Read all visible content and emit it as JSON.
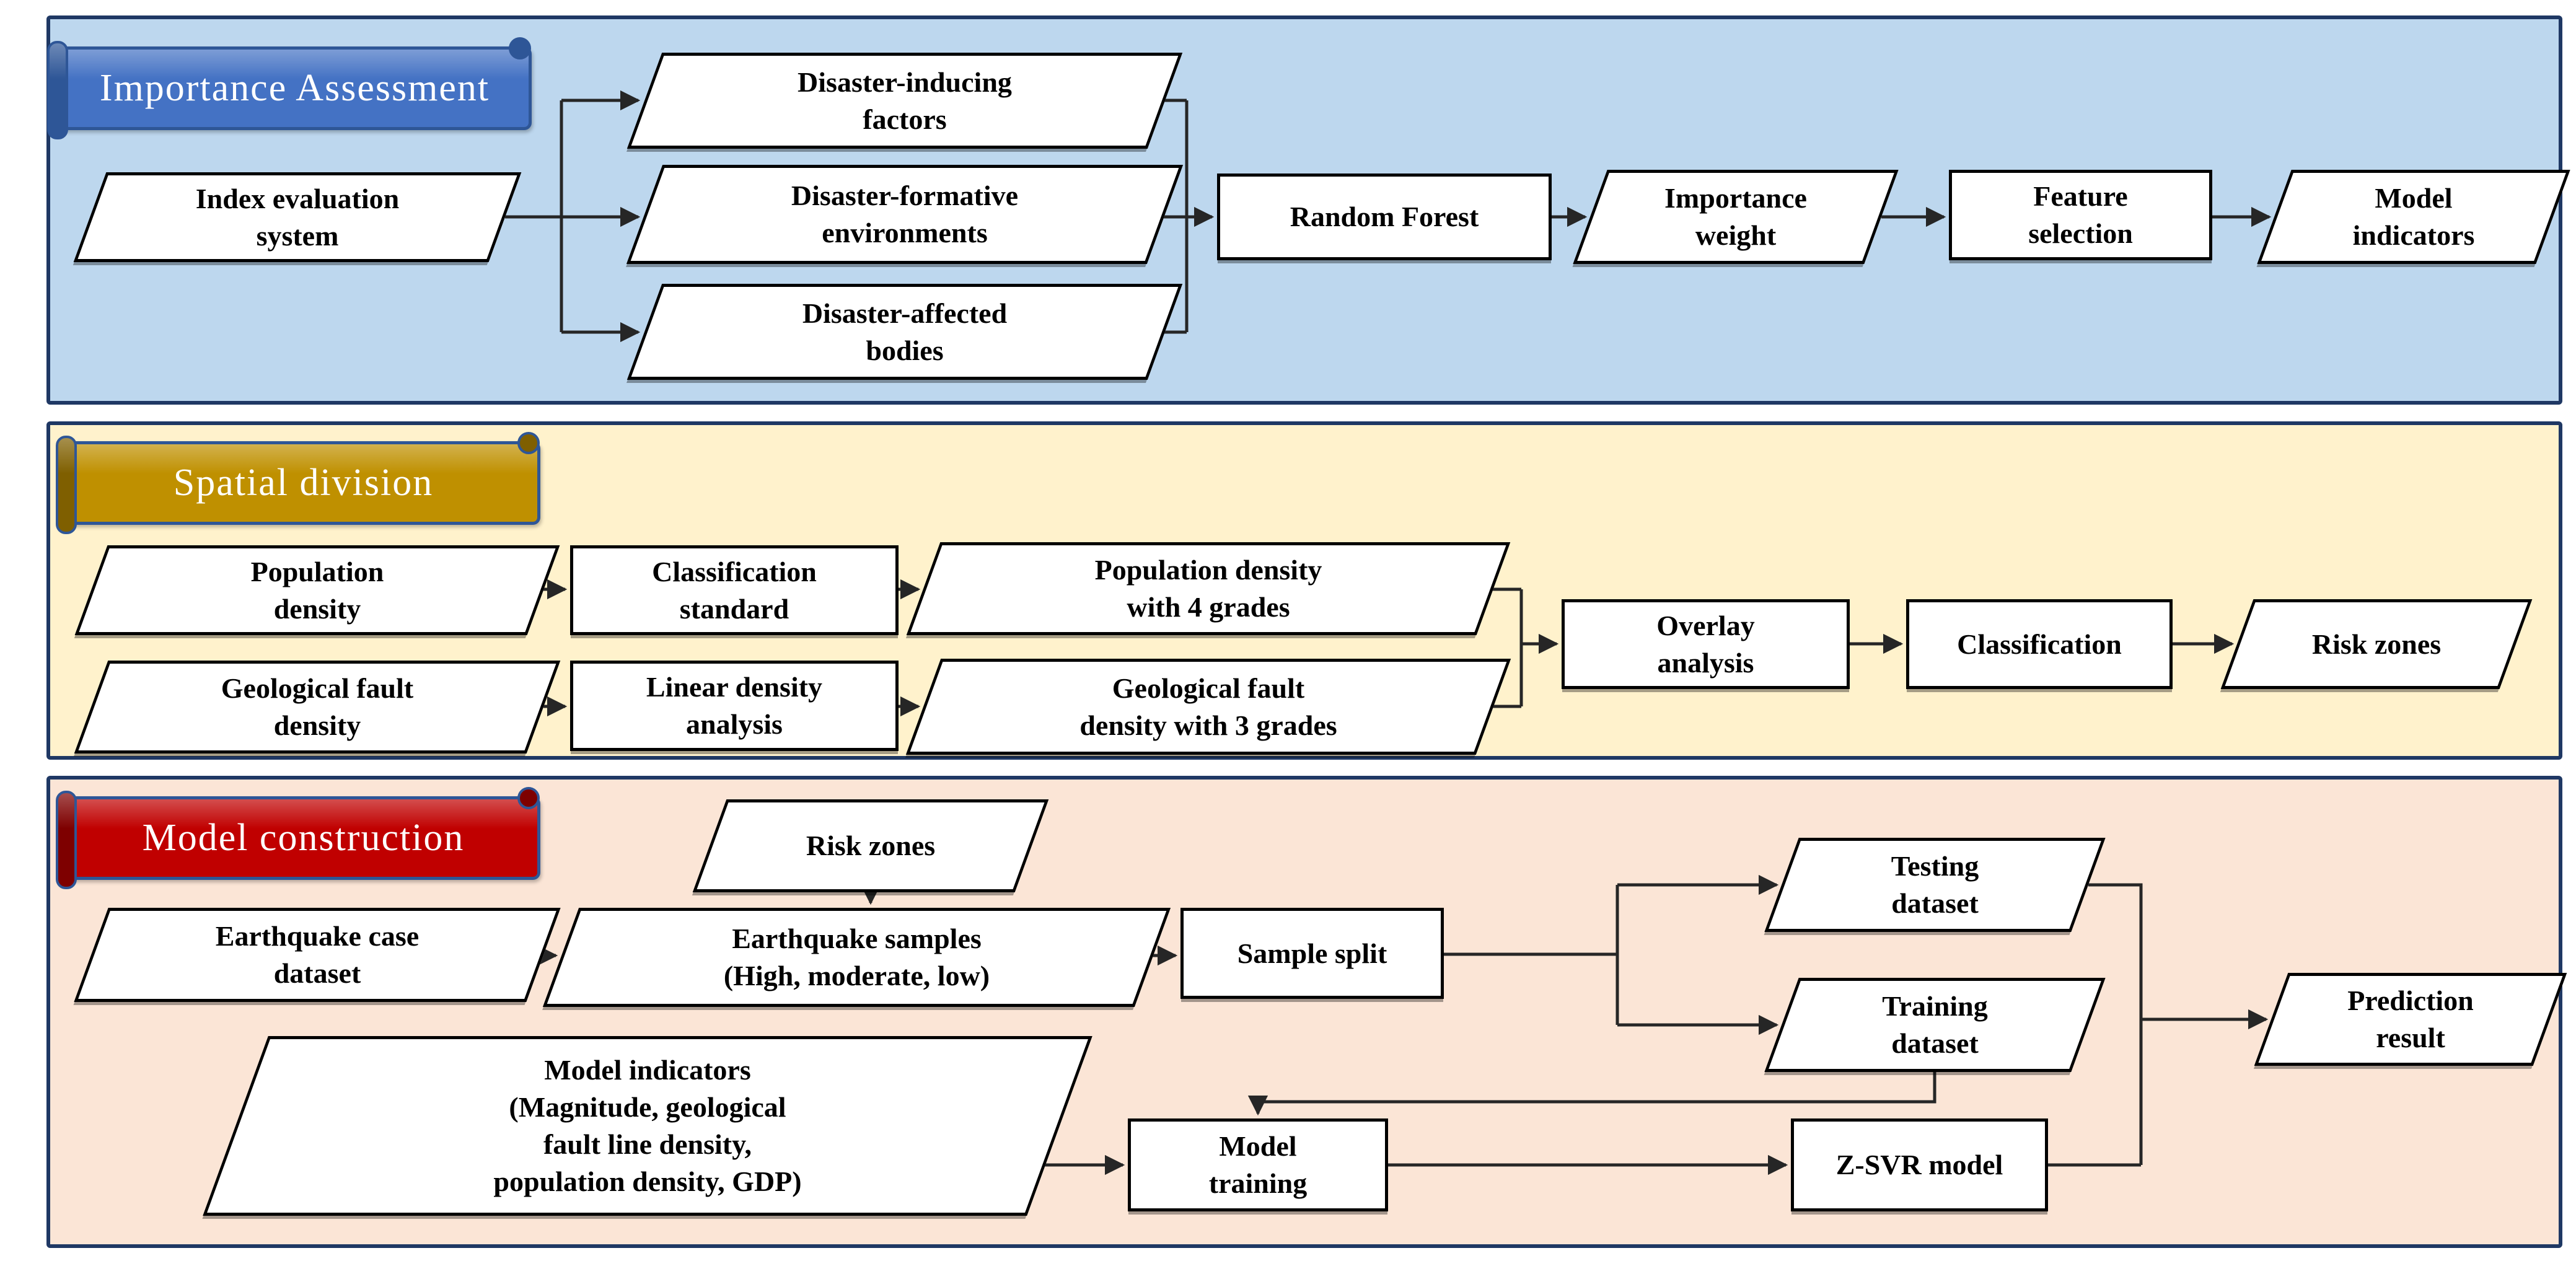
{
  "figure": "Flowchart of earthquake risk modelling methodology",
  "theme": {
    "page_bg": "#FFFFFF",
    "frame": "#1F3864",
    "line": "#262626",
    "node_fill": "#FFFFFF",
    "node_border": "#000000",
    "banner_border": "#2E5697",
    "banner_text": "#FFFFFF"
  },
  "sections": [
    {
      "title": "Importance Assessment",
      "banner_color": "#4472C4",
      "banner_dark": "#2E5697",
      "bg": "#BDD7EE"
    },
    {
      "title": "Spatial division",
      "banner_color": "#BF9000",
      "banner_dark": "#7F5F00",
      "bg": "#FFF2CC"
    },
    {
      "title": "Model construction",
      "banner_color": "#C00000",
      "banner_dark": "#7E0000",
      "bg": "#FBE5D6"
    }
  ],
  "nodes": {
    "index_evaluation": [
      "Index evaluation",
      "system"
    ],
    "disaster_inducing": [
      "Disaster-inducing",
      "factors"
    ],
    "disaster_formative": [
      "Disaster-formative",
      "environments"
    ],
    "disaster_affected": [
      "Disaster-affected",
      "bodies"
    ],
    "random_forest": [
      "Random Forest"
    ],
    "importance_weight": [
      "Importance",
      "weight"
    ],
    "feature_selection": [
      "Feature",
      "selection"
    ],
    "model_indicators": [
      "Model",
      "indicators"
    ],
    "population_density": [
      "Population",
      "density"
    ],
    "classification_standard": [
      "Classification",
      "standard"
    ],
    "population_4_grades": [
      "Population density",
      "with 4 grades"
    ],
    "geological_fault_density": [
      "Geological fault",
      "density"
    ],
    "linear_density_analysis": [
      "Linear density",
      "analysis"
    ],
    "geological_3_grades": [
      "Geological fault",
      "density with 3 grades"
    ],
    "overlay_analysis": [
      "Overlay",
      "analysis"
    ],
    "classification": [
      "Classification"
    ],
    "risk_zones": [
      "Risk zones"
    ],
    "risk_zones_input": [
      "Risk zones"
    ],
    "earthquake_case_dataset": [
      "Earthquake case",
      "dataset"
    ],
    "earthquake_samples": [
      "Earthquake samples",
      "(High, moderate, low)"
    ],
    "sample_split": [
      "Sample split"
    ],
    "testing_dataset": [
      "Testing",
      "dataset"
    ],
    "training_dataset": [
      "Training",
      "dataset"
    ],
    "prediction_result": [
      "Prediction",
      "result"
    ],
    "model_indicators_full": [
      "Model indicators",
      "(Magnitude, geological",
      "fault line density,",
      "population density, GDP)"
    ],
    "model_training": [
      "Model",
      "training"
    ],
    "zsvr_model": [
      "Z-SVR model"
    ]
  }
}
